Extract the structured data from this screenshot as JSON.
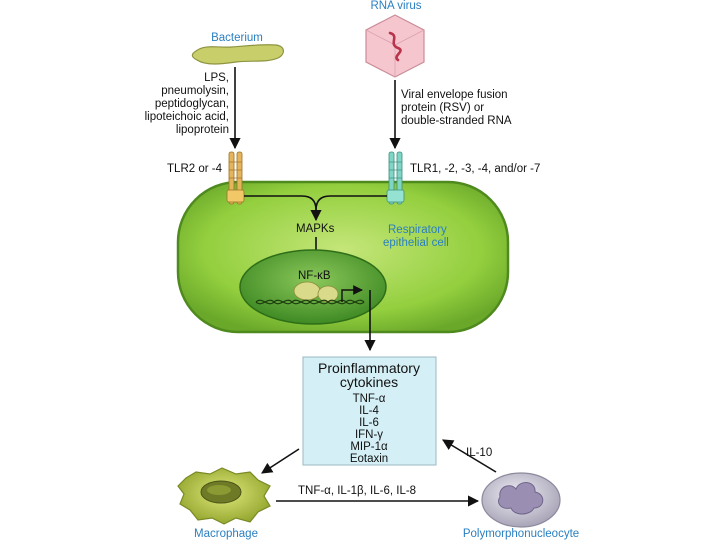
{
  "labels": {
    "bacterium": "Bacterium",
    "rna_virus": "RNA virus",
    "bacterial_ligands": [
      "LPS,",
      "pneumolysin,",
      "peptidoglycan,",
      "lipoteichoic acid,",
      "lipoprotein"
    ],
    "viral_ligands": [
      "Viral envelope fusion",
      "protein (RSV) or",
      "double-stranded RNA"
    ],
    "tlr2": "TLR2 or -4",
    "tlr1": "TLR1, -2, -3, -4, and/or -7",
    "mapks": "MAPKs",
    "cell": [
      "Respiratory",
      "epithelial cell"
    ],
    "nfkb": "NF-κB",
    "cytokine_title": [
      "Proinflammatory",
      "cytokines"
    ],
    "cytokines": [
      "TNF-α",
      "IL-4",
      "IL-6",
      "IFN-γ",
      "MIP-1α",
      "Eotaxin"
    ],
    "il10": "IL-10",
    "bottom_cytokines": "TNF-α, IL-1β, IL-6, IL-8",
    "macrophage": "Macrophage",
    "pmn": "Polymorphonucleocyte"
  },
  "colors": {
    "bacterium": "#c8cf6a",
    "virus": "#f6c6cf",
    "cell": "#8ccb3a",
    "nucleus": "#4e9a2a",
    "tlr_orange": "#e6b45a",
    "tlr_teal": "#7fd6c4",
    "cytokine_box": "#d4f0f6",
    "macrophage": "#b6c83a",
    "pmn": "#d6d2e0",
    "blue_text": "#2a7fc0"
  }
}
